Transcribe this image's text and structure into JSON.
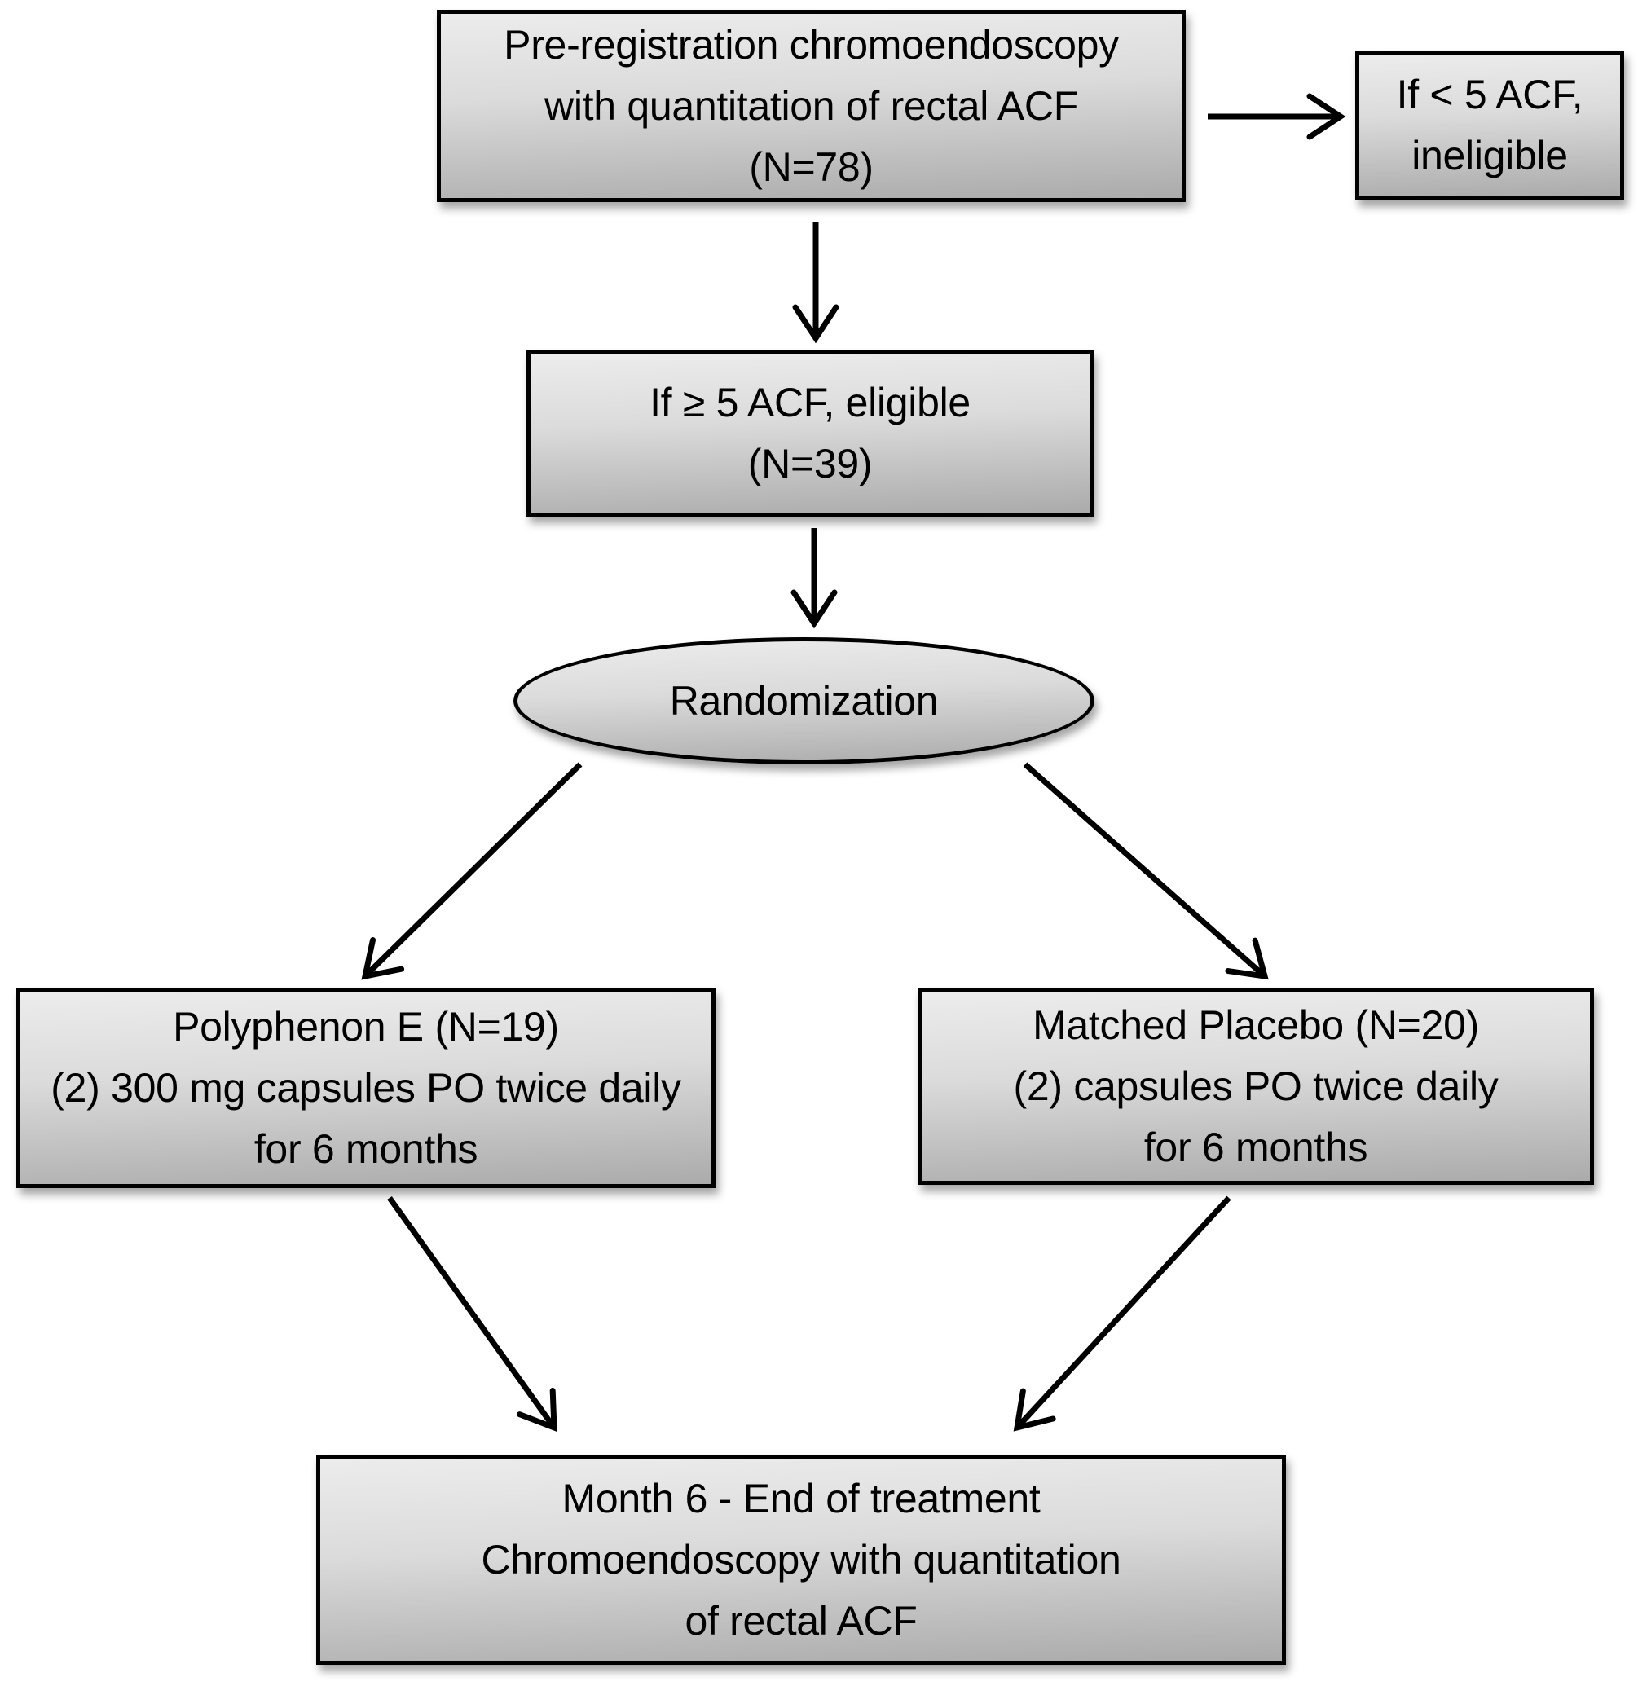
{
  "diagram": {
    "title": "Clinical trial flow diagram",
    "colors": {
      "background": "#ffffff",
      "node_fill_top": "#ececec",
      "node_fill_bottom": "#ababab",
      "node_border": "#000000",
      "arrow": "#000000",
      "text": "#000000"
    },
    "nodes": {
      "preregistration": {
        "shape": "rect",
        "lines": [
          "Pre-registration chromoendoscopy",
          "with quantitation of rectal ACF",
          "(N=78)"
        ]
      },
      "ineligible": {
        "shape": "rect",
        "lines": [
          "If < 5 ACF,",
          "ineligible"
        ]
      },
      "eligible": {
        "shape": "rect",
        "lines": [
          "If ≥ 5 ACF, eligible",
          "(N=39)"
        ]
      },
      "randomization": {
        "shape": "ellipse",
        "label": "Randomization"
      },
      "polyphenon": {
        "shape": "rect",
        "lines": [
          "Polyphenon E (N=19)",
          "(2) 300 mg capsules PO twice daily",
          "for 6 months"
        ]
      },
      "placebo": {
        "shape": "rect",
        "lines": [
          "Matched Placebo (N=20)",
          "(2) capsules PO twice daily",
          "for 6 months"
        ]
      },
      "end_of_treatment": {
        "shape": "rect",
        "lines": [
          "Month 6 - End of treatment",
          "Chromoendoscopy with quantitation",
          "of rectal ACF"
        ]
      }
    },
    "arrows": [
      {
        "from": "preregistration",
        "to": "ineligible"
      },
      {
        "from": "preregistration",
        "to": "eligible"
      },
      {
        "from": "eligible",
        "to": "randomization"
      },
      {
        "from": "randomization",
        "to": "polyphenon"
      },
      {
        "from": "randomization",
        "to": "placebo"
      },
      {
        "from": "polyphenon",
        "to": "end_of_treatment"
      },
      {
        "from": "placebo",
        "to": "end_of_treatment"
      }
    ]
  }
}
